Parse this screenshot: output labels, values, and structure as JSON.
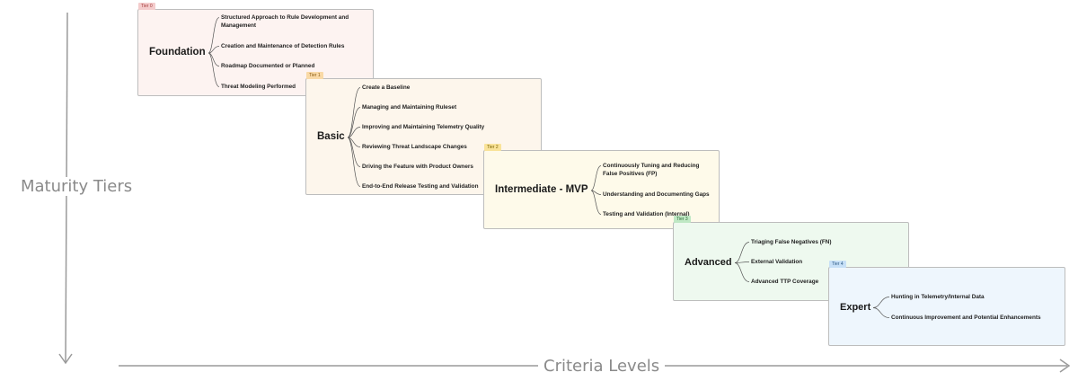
{
  "axes": {
    "vertical_label": "Maturity Tiers",
    "horizontal_label": "Criteria Levels"
  },
  "tiers": [
    {
      "badge": "Tier 0",
      "name": "Foundation",
      "colors": {
        "bg": "#fdf3f1",
        "badge_bg": "#f4cccc",
        "badge_text": "#a33b3b"
      },
      "criteria": [
        "Structured Approach to Rule Development and Management",
        "Creation and Maintenance of Detection Rules",
        "Roadmap Documented or Planned",
        "Threat Modeling Performed"
      ]
    },
    {
      "badge": "Tier 1",
      "name": "Basic",
      "colors": {
        "bg": "#fdf6ec",
        "badge_bg": "#f9d9a6",
        "badge_text": "#8a5a10"
      },
      "criteria": [
        "Create a Baseline",
        "Managing and Maintaining Ruleset",
        "Improving and Maintaining Telemetry Quality",
        "Reviewing Threat Landscape Changes",
        "Driving the Feature with Product Owners",
        "End-to-End Release Testing and Validation"
      ]
    },
    {
      "badge": "Tier 2",
      "name": "Intermediate - MVP",
      "colors": {
        "bg": "#fefaea",
        "badge_bg": "#f9e39a",
        "badge_text": "#7a6200"
      },
      "criteria": [
        "Continuously Tuning and Reducing False Positives (FP)",
        "Understanding and Documenting Gaps",
        "Testing and Validation (Internal)"
      ]
    },
    {
      "badge": "Tier 3",
      "name": "Advanced",
      "colors": {
        "bg": "#eef9ef",
        "badge_bg": "#bfe8c4",
        "badge_text": "#2d6b35"
      },
      "criteria": [
        "Triaging False Negatives (FN)",
        "External Validation",
        "Advanced TTP Coverage"
      ]
    },
    {
      "badge": "Tier 4",
      "name": "Expert",
      "colors": {
        "bg": "#eef6fd",
        "badge_bg": "#c7e0f7",
        "badge_text": "#2c5a85"
      },
      "criteria": [
        "Hunting in Telemetry/Internal Data",
        "Continuous Improvement and Potential Enhancements"
      ]
    }
  ]
}
